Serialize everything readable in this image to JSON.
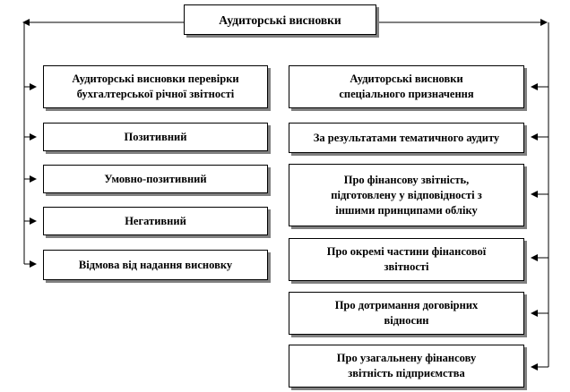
{
  "diagram": {
    "root": {
      "label": "Аудиторські висновки"
    },
    "left_column": [
      {
        "lines": [
          "Аудиторські висновки перевірки",
          "бухгалтерської річної звітності"
        ]
      },
      {
        "lines": [
          "Позитивний"
        ]
      },
      {
        "lines": [
          "Умовно-позитивний"
        ]
      },
      {
        "lines": [
          "Негативний"
        ]
      },
      {
        "lines": [
          "Відмова від надання висновку"
        ]
      }
    ],
    "right_column": [
      {
        "lines": [
          "Аудиторські висновки",
          "спеціального призначення"
        ]
      },
      {
        "lines": [
          "За результатами тематичного аудиту"
        ]
      },
      {
        "lines": [
          "Про фінансову звітність,",
          "підготовлену у відповідності з",
          "іншими принципами обліку"
        ]
      },
      {
        "lines": [
          "Про окремі частини фінансової",
          "звітності"
        ]
      },
      {
        "lines": [
          "Про дотримання договірних",
          "відносин"
        ]
      },
      {
        "lines": [
          "Про узагальнену фінансову",
          "звітність підприємства"
        ]
      }
    ],
    "colors": {
      "line": "#000000",
      "box_border": "#000000",
      "box_shadow": "#808080",
      "background": "#ffffff"
    }
  }
}
